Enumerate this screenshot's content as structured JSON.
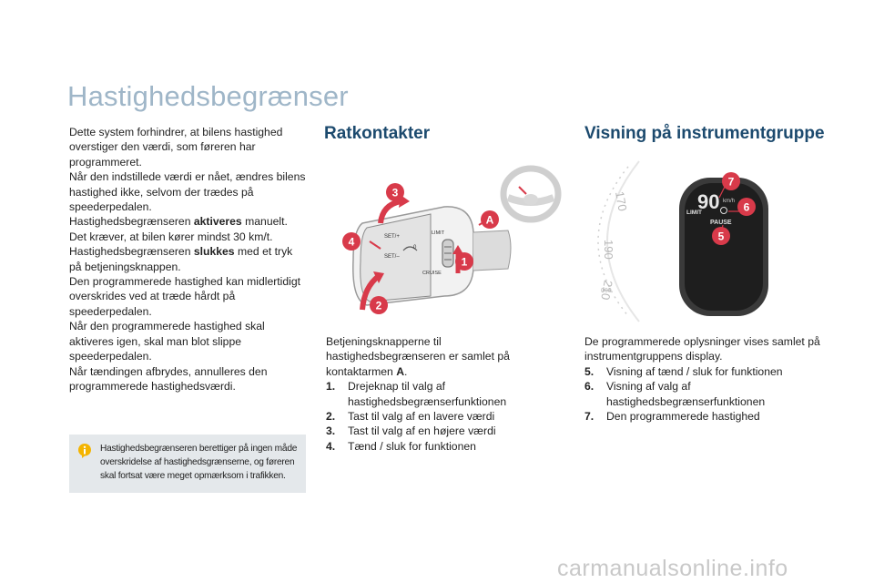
{
  "title": "Hastighedsbegrænser",
  "intro": [
    {
      "text": "Dette system forhindrer, at bilens hastighed overstiger den værdi, som føreren har programmeret."
    },
    {
      "text": "Når den indstillede værdi er nået, ændres bilens hastighed ikke, selvom der trædes på speederpedalen."
    },
    {
      "before": "Hastighedsbegrænseren ",
      "bold": "aktiveres",
      "after": " manuelt."
    },
    {
      "text": "Det kræver, at bilen kører mindst 30 km/t."
    },
    {
      "before": "Hastighedsbegrænseren ",
      "bold": "slukkes",
      "after": " med et tryk på betjeningsknappen."
    },
    {
      "text": "Den programmerede hastighed kan midlertidigt overskrides ved at træde hårdt på speederpedalen."
    },
    {
      "text": "Når den programmerede hastighed skal aktiveres igen, skal man blot slippe speederpedalen."
    },
    {
      "text": "Når tændingen afbrydes, annulleres den programmerede hastighedsværdi."
    }
  ],
  "note": {
    "text": "Hastighedsbegrænseren berettiger på ingen måde overskridelse af hastighedsgrænserne, og føreren skal fortsat være meget opmærksom i trafikken.",
    "icon": "info-icon",
    "icon_color": "#f4b400"
  },
  "ratkontakter": {
    "heading": "Ratkontakter",
    "desc_before": "Betjeningsknapperne til hastighedsbegrænseren er samlet på kontaktarmen ",
    "desc_bold": "A",
    "desc_after": ".",
    "items": [
      {
        "num": "1.",
        "text": "Drejeknap til valg af hastighedsbegrænserfunktionen"
      },
      {
        "num": "2.",
        "text": "Tast til valg af en lavere værdi"
      },
      {
        "num": "3.",
        "text": "Tast til valg af en højere værdi"
      },
      {
        "num": "4.",
        "text": "Tænd / sluk for funktionen"
      }
    ],
    "illustration": {
      "marker_color": "#d83a4a",
      "labels": [
        "SET/+",
        "SET/–",
        "LIMIT",
        "CRUISE",
        "0"
      ],
      "markers": [
        "3",
        "A",
        "4",
        "1",
        "2"
      ]
    }
  },
  "visning": {
    "heading": "Visning på instrumentgruppe",
    "desc": "De programmerede oplysninger vises samlet på instrumentgruppens display.",
    "items": [
      {
        "num": "5.",
        "text": "Visning af tænd / sluk for funktionen"
      },
      {
        "num": "6.",
        "text": "Visning af valg af hastighedsbegrænserfunktionen"
      },
      {
        "num": "7.",
        "text": "Den programmerede hastighed"
      }
    ],
    "display": {
      "speed": "90",
      "unit": "km/h",
      "limit_label": "LIMIT",
      "pause_label": "PAUSE",
      "markers": [
        "7",
        "6",
        "5"
      ],
      "dial_numbers": [
        "170",
        "190",
        "210",
        "000"
      ]
    }
  },
  "watermark": "carmanualsonline.info"
}
